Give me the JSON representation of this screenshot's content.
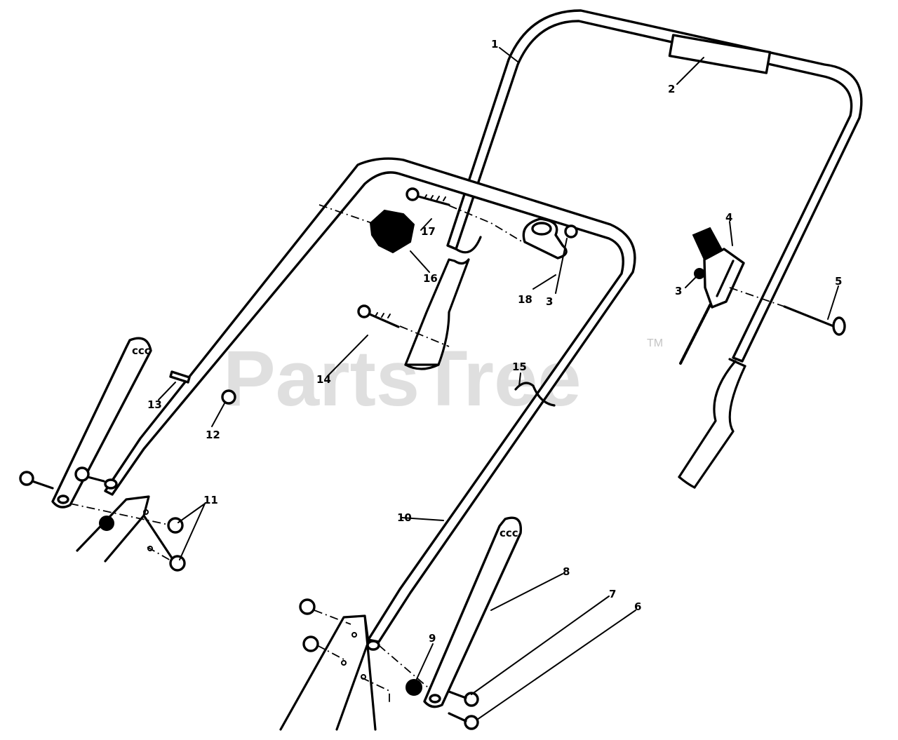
{
  "watermark": {
    "brand": "PartsTree",
    "trademark": "TM"
  },
  "callouts": [
    {
      "id": "c1",
      "text": "1"
    },
    {
      "id": "c2",
      "text": "2"
    },
    {
      "id": "c3a",
      "text": "3"
    },
    {
      "id": "c3b",
      "text": "3"
    },
    {
      "id": "c4",
      "text": "4"
    },
    {
      "id": "c5",
      "text": "5"
    },
    {
      "id": "c6",
      "text": "6"
    },
    {
      "id": "c7",
      "text": "7"
    },
    {
      "id": "c8",
      "text": "8"
    },
    {
      "id": "c9",
      "text": "9"
    },
    {
      "id": "c10",
      "text": "10"
    },
    {
      "id": "c11",
      "text": "11"
    },
    {
      "id": "c12",
      "text": "12"
    },
    {
      "id": "c13",
      "text": "13"
    },
    {
      "id": "c14",
      "text": "14"
    },
    {
      "id": "c15",
      "text": "15"
    },
    {
      "id": "c16",
      "text": "16"
    },
    {
      "id": "c17",
      "text": "17"
    },
    {
      "id": "c18",
      "text": "18"
    }
  ]
}
